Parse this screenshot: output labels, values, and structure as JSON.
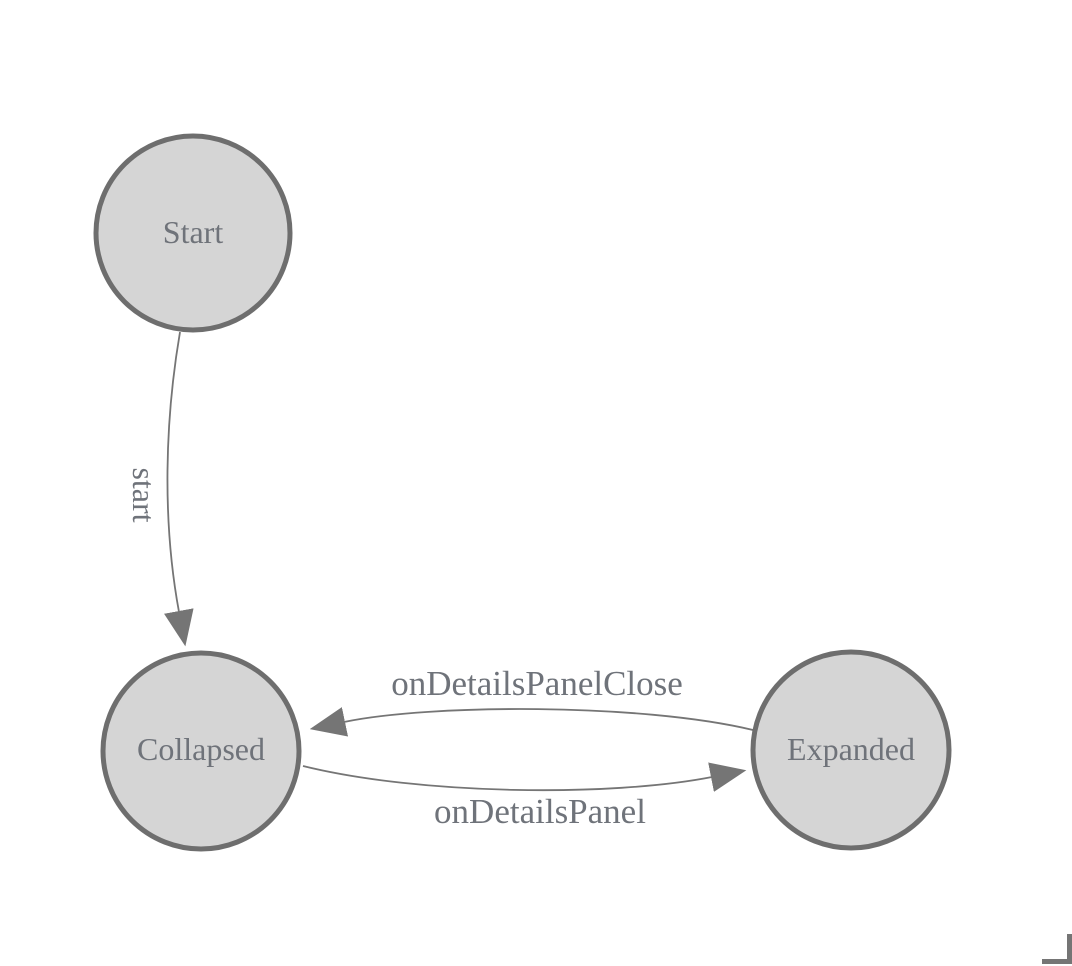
{
  "diagram": {
    "type": "state-machine",
    "nodes": [
      {
        "id": "start",
        "label": "Start"
      },
      {
        "id": "collapsed",
        "label": "Collapsed"
      },
      {
        "id": "expanded",
        "label": "Expanded"
      }
    ],
    "edges": [
      {
        "from": "Start",
        "to": "Collapsed",
        "label": "start"
      },
      {
        "from": "Expanded",
        "to": "Collapsed",
        "label": "onDetailsPanelClose"
      },
      {
        "from": "Collapsed",
        "to": "Expanded",
        "label": "onDetailsPanel"
      }
    ],
    "colors": {
      "background": "#ffffff",
      "node_fill": "#d5d5d5",
      "node_stroke": "#6e6e6e",
      "edge": "#757575",
      "text": "#6f737a"
    }
  }
}
